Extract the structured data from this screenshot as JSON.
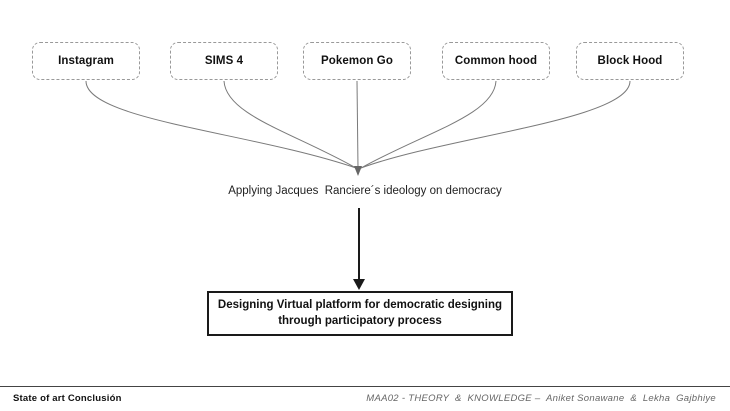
{
  "slide": {
    "source_nodes": [
      {
        "label": "Instagram"
      },
      {
        "label": "SIMS 4"
      },
      {
        "label": "Pokemon Go"
      },
      {
        "label": "Common hood"
      },
      {
        "label": "Block Hood"
      }
    ],
    "center_label": "Applying Jacques  Ranciere´s ideology on democracy",
    "result_box": {
      "line1": "Designing Virtual platform for democratic designing",
      "line2": "through participatory process"
    }
  },
  "footer": {
    "left": "State of art Conclusión",
    "right": "MAA02 - THEORY  &  KNOWLEDGE –  Aniket Sonawane  &  Lekha  Gajbhiye"
  },
  "colors": {
    "edge_gray": "#7a7a7a",
    "arrow_black": "#1a1a1a",
    "dashed_border": "#999999",
    "footer_right_text": "#666666",
    "background": "#ffffff"
  }
}
